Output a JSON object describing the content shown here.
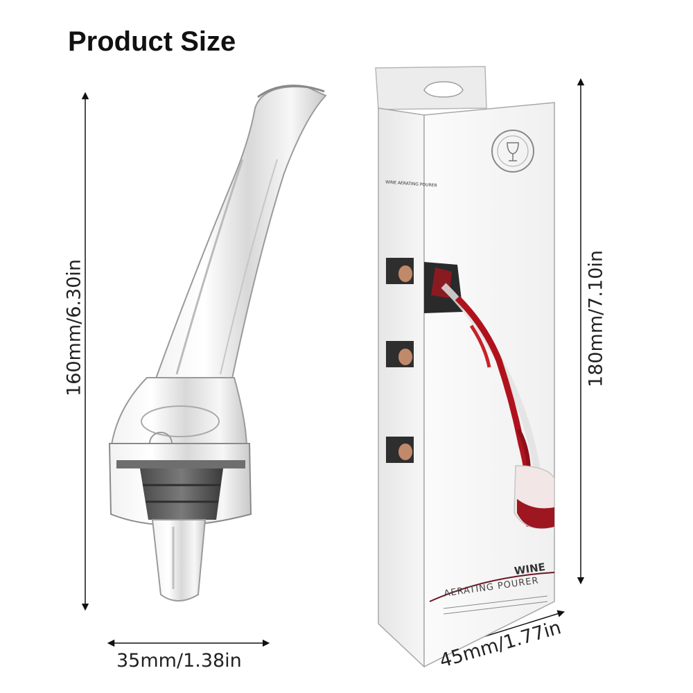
{
  "title": "Product Size",
  "dimensions": {
    "height_pourer": "160mm/6.30in",
    "height_box": "180mm/7.10in",
    "width_pourer": "35mm/1.38in",
    "width_box": "45mm/1.77in"
  },
  "box": {
    "brand_line1": "WINE",
    "brand_line2": "AERATING POURER",
    "spine_title": "WINE AERATING POURER"
  },
  "colors": {
    "wine_red": "#b0121d",
    "box_accent": "#6a1520"
  }
}
